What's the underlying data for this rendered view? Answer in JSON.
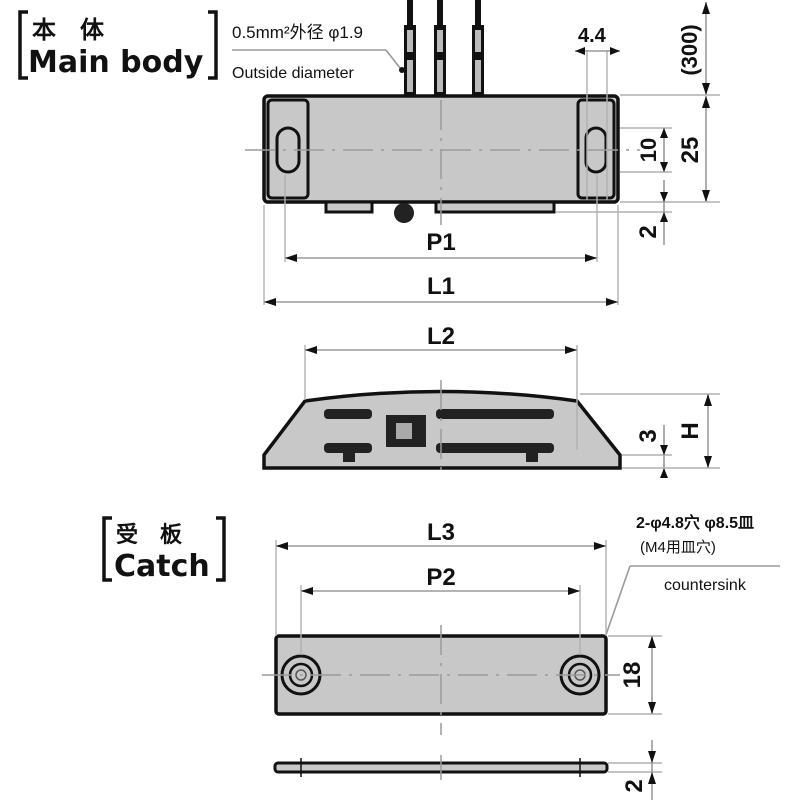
{
  "main_body": {
    "title_jp": "本　体",
    "title_en": "Main body",
    "wire_note_line1": "0.5mm²外径 φ1.9",
    "wire_note_line2": "Outside diameter",
    "dims": {
      "slot_width": "4.4",
      "wire_length": "(300)",
      "slot_length": "10",
      "height": "25",
      "bottom_offset": "2",
      "pitch": "P1",
      "length": "L1"
    }
  },
  "side_view": {
    "dims": {
      "length": "L2",
      "base_height": "3",
      "height": "H"
    }
  },
  "catch": {
    "title_jp": "受　板",
    "title_en": "Catch",
    "hole_note_line1": "2-φ4.8穴 φ8.5皿",
    "hole_note_line2": "(M4用皿穴)",
    "hole_note_line3": "countersink",
    "dims": {
      "length": "L3",
      "pitch": "P2",
      "height": "18",
      "thickness": "2"
    }
  },
  "colors": {
    "body_fill": "#c8c8c8",
    "outline": "#111111",
    "dimension_line": "#9a9a9a"
  }
}
